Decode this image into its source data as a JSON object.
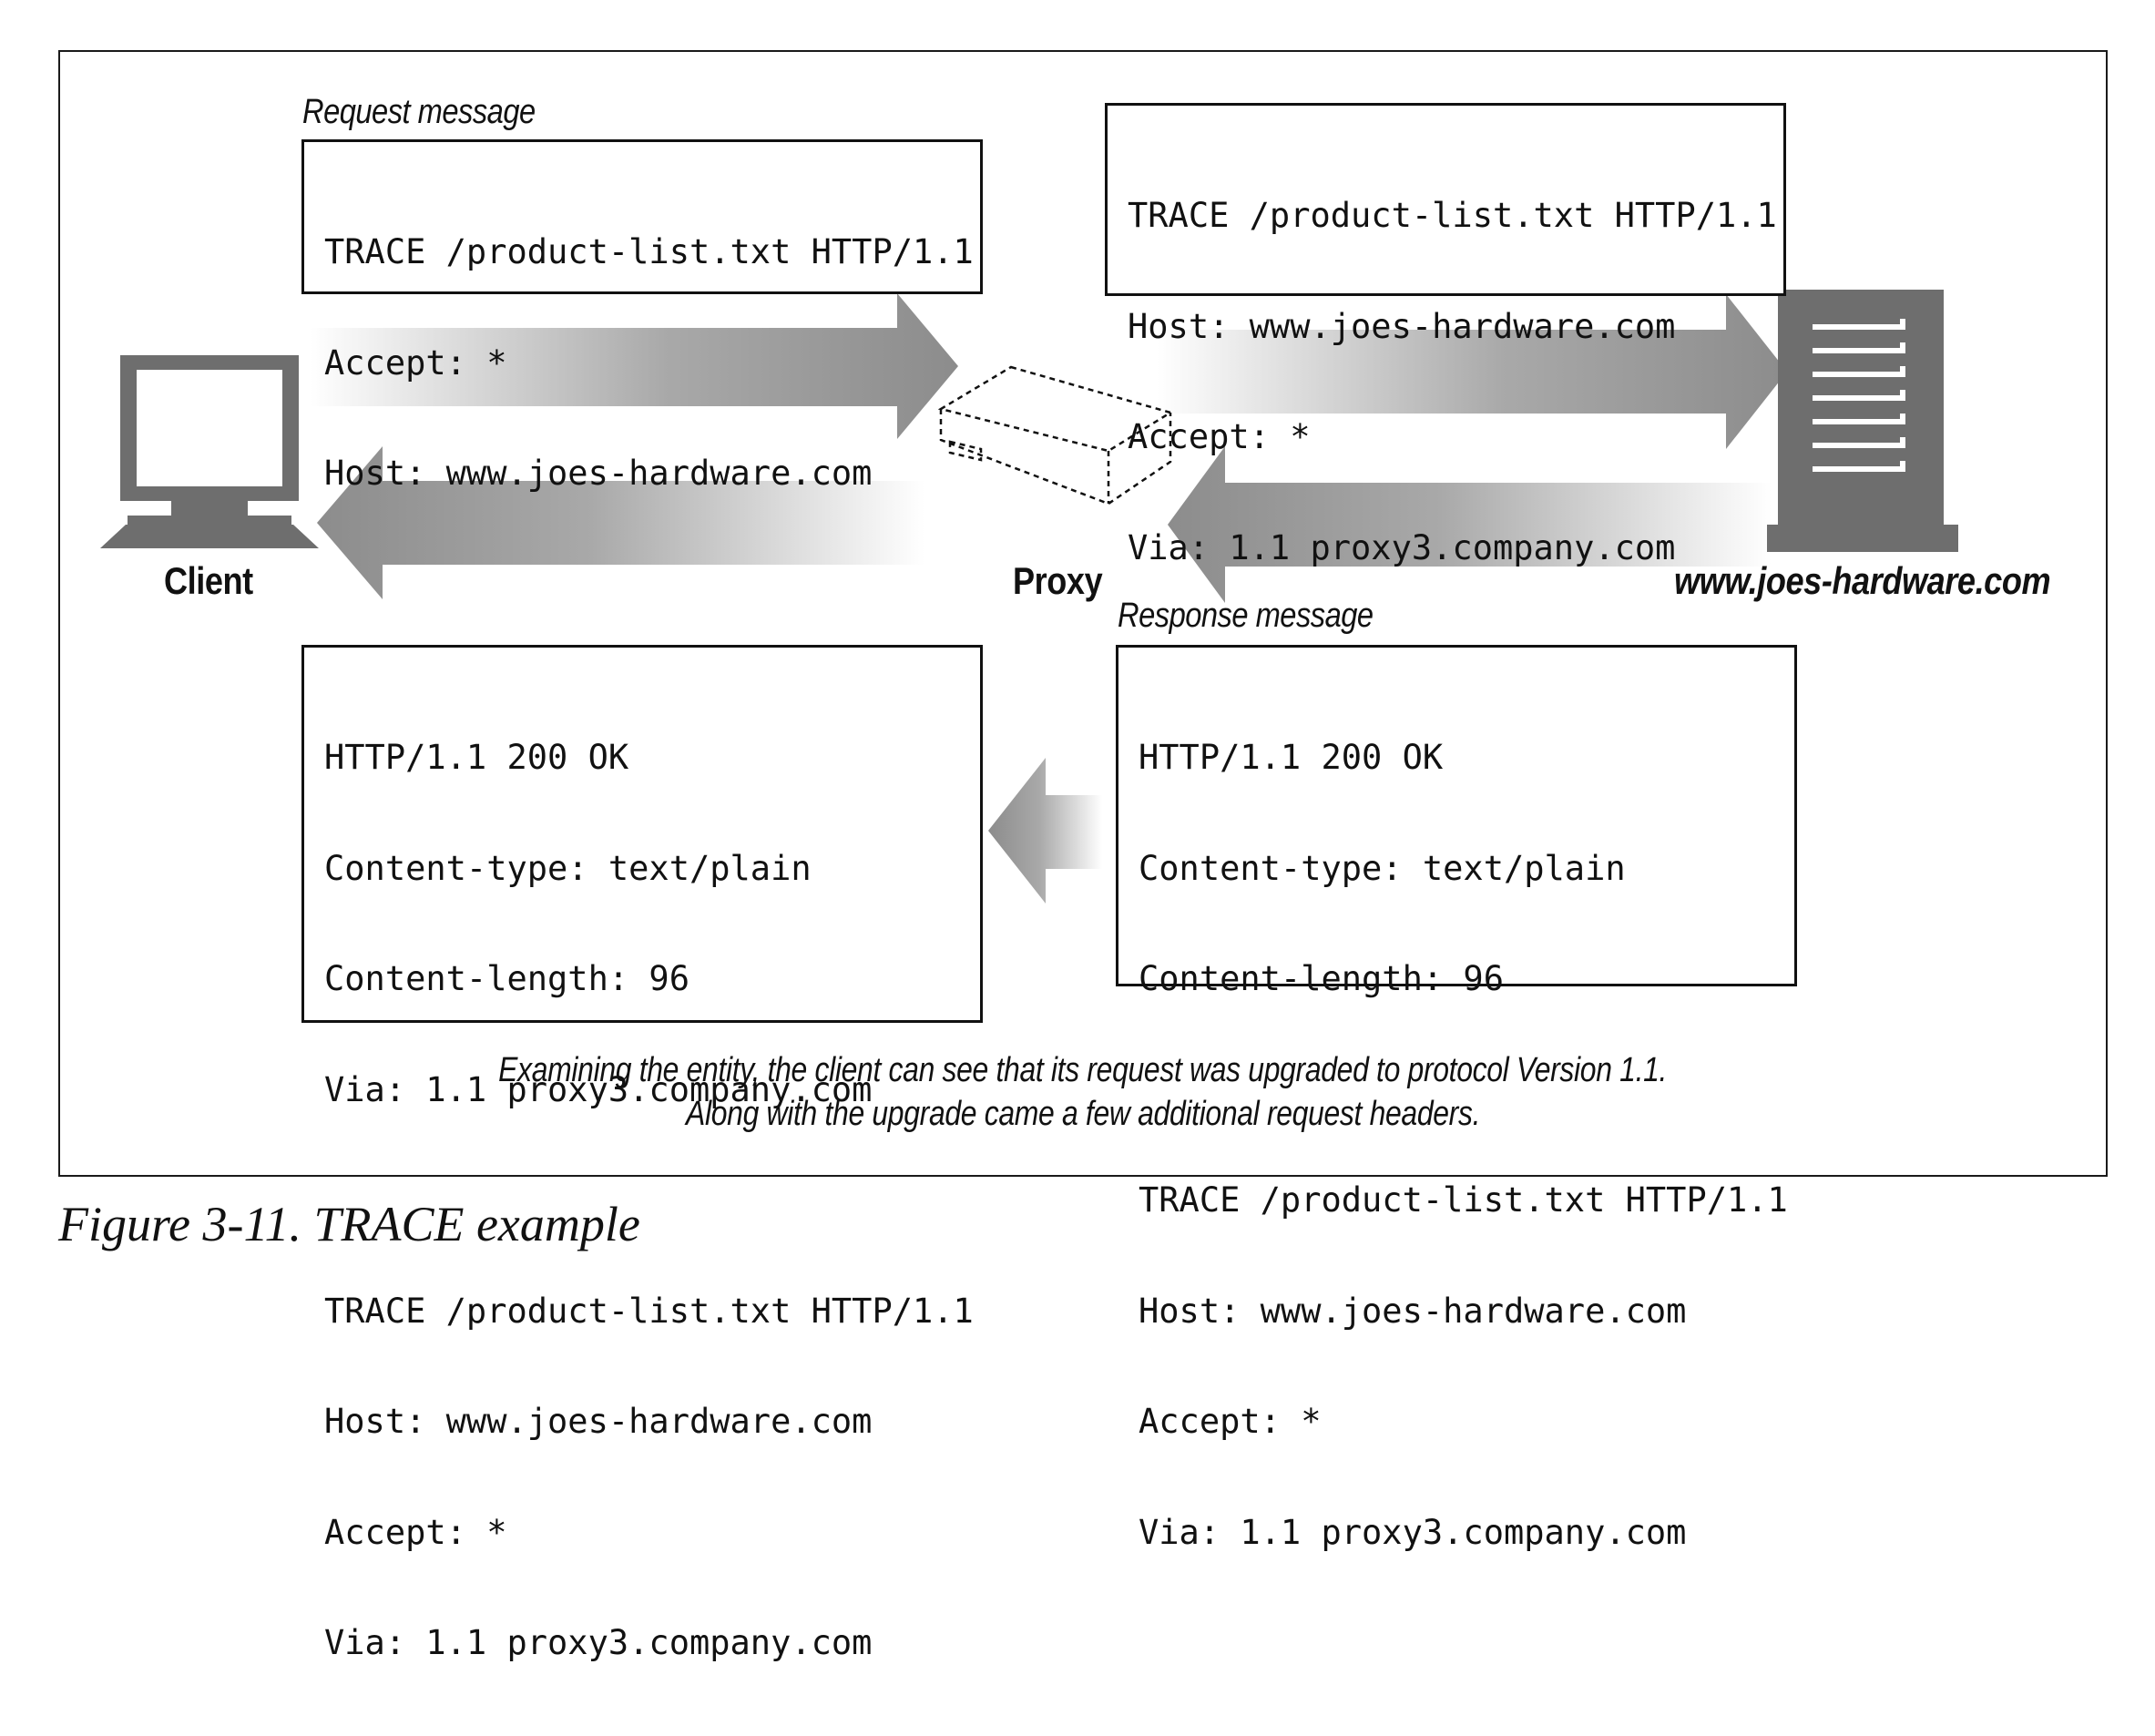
{
  "diagram": {
    "nodes": {
      "client": {
        "label": "Client",
        "icon": "computer-monitor-icon"
      },
      "proxy": {
        "label": "Proxy",
        "icon": "proxy-box-icon"
      },
      "server": {
        "label": "www.joes-hardware.com",
        "icon": "server-tower-icon"
      }
    },
    "request_label": "Request message",
    "response_label": "Response message",
    "client_request": {
      "lines": [
        "TRACE /product-list.txt HTTP/1.1",
        "Accept: *",
        "Host: www.joes-hardware.com"
      ]
    },
    "proxy_request": {
      "lines": [
        "TRACE /product-list.txt HTTP/1.1",
        "Host: www.joes-hardware.com",
        "Accept: *",
        "Via: 1.1 proxy3.company.com"
      ]
    },
    "server_response": {
      "status_lines": [
        "HTTP/1.1 200 OK",
        "Content-type: text/plain",
        "Content-length: 96"
      ],
      "body_lines": [
        "TRACE /product-list.txt HTTP/1.1",
        "Host: www.joes-hardware.com",
        "Accept: *",
        "Via: 1.1 proxy3.company.com"
      ]
    },
    "client_response": {
      "status_lines": [
        "HTTP/1.1 200 OK",
        "Content-type: text/plain",
        "Content-length: 96",
        "Via: 1.1 proxy3.company.com"
      ],
      "body_lines": [
        "TRACE /product-list.txt HTTP/1.1",
        "Host: www.joes-hardware.com",
        "Accept: *",
        "Via: 1.1 proxy3.company.com"
      ]
    },
    "caption_lines": [
      "Examining the entity, the client can see that its request was upgraded to protocol Version 1.1.",
      "Along with the upgrade came a few additional request headers."
    ],
    "colors": {
      "icon_gray": "#6e6e6e",
      "arrow_gray": "#8c8c8c",
      "ink": "#111111"
    }
  },
  "figure_title": "Figure 3-11. TRACE example"
}
